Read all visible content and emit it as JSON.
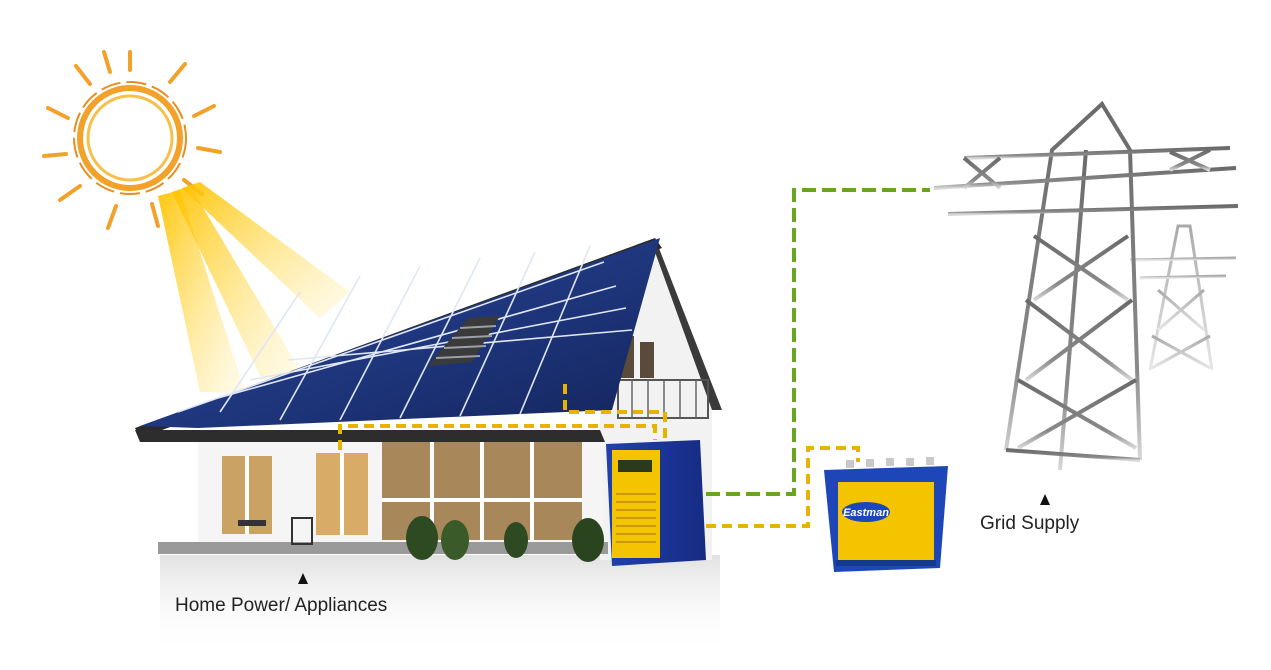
{
  "labels": {
    "home": "Home Power/ Appliances",
    "grid": "Grid Supply"
  },
  "battery": {
    "brand": "Eastman"
  },
  "colors": {
    "sun": "#f2a12a",
    "beam": "#ffd21f",
    "panel": "#20357a",
    "inverter": "#1e3a9e",
    "inverter_front": "#f4c400",
    "wire_green": "#6aa51f",
    "wire_yellow": "#e6b400",
    "tower": "#6e6e6e"
  },
  "icons": [
    "sun-icon",
    "house-icon",
    "solar-panel-icon",
    "inverter-icon",
    "battery-icon",
    "transmission-tower-icon"
  ]
}
